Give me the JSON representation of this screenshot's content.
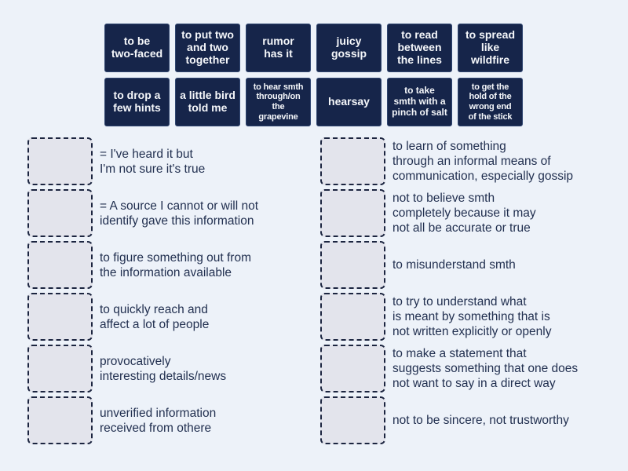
{
  "colors": {
    "page_background": "#edf2f9",
    "tile_background": "#16254a",
    "tile_border": "#2f4570",
    "tile_text": "#f5f7fa",
    "dropzone_fill": "#e3e4ec",
    "dropzone_border": "#1c2540",
    "definition_text": "#223050"
  },
  "tiles": [
    {
      "label": "to be\ntwo-faced"
    },
    {
      "label": "to put two\nand two\ntogether"
    },
    {
      "label": "rumor\nhas it"
    },
    {
      "label": "juicy\ngossip"
    },
    {
      "label": "to read\nbetween\nthe lines"
    },
    {
      "label": "to spread\nlike\nwildfire"
    },
    {
      "label": "to drop a\nfew hints"
    },
    {
      "label": "a little bird\ntold me"
    },
    {
      "label": "to hear smth\nthrough/on\nthe\ngrapevine"
    },
    {
      "label": "hearsay"
    },
    {
      "label": "to take\nsmth with a\npinch of salt"
    },
    {
      "label": "to get the\nhold of the\nwrong end\nof the stick"
    }
  ],
  "matches": {
    "left": [
      {
        "definition": "= I've heard it but\nI'm not sure it's true"
      },
      {
        "definition": "= A source I cannot or will not\nidentify gave this information"
      },
      {
        "definition": "to figure something out from\nthe information available"
      },
      {
        "definition": "to quickly reach and\naffect a lot of people"
      },
      {
        "definition": "provocatively\ninteresting details/news"
      },
      {
        "definition": "unverified information\nreceived from othere"
      }
    ],
    "right": [
      {
        "definition": "to learn of something\nthrough an informal means of\ncommunication, especially gossip"
      },
      {
        "definition": "not to believe smth\ncompletely because it may\nnot all be accurate or true"
      },
      {
        "definition": "to misunderstand smth"
      },
      {
        "definition": "to try to understand what\nis meant by something that is\nnot written explicitly or openly"
      },
      {
        "definition": "to make a statement that\nsuggests something that one does\nnot want to say in a direct way"
      },
      {
        "definition": "not to be sincere, not trustworthy"
      }
    ]
  }
}
